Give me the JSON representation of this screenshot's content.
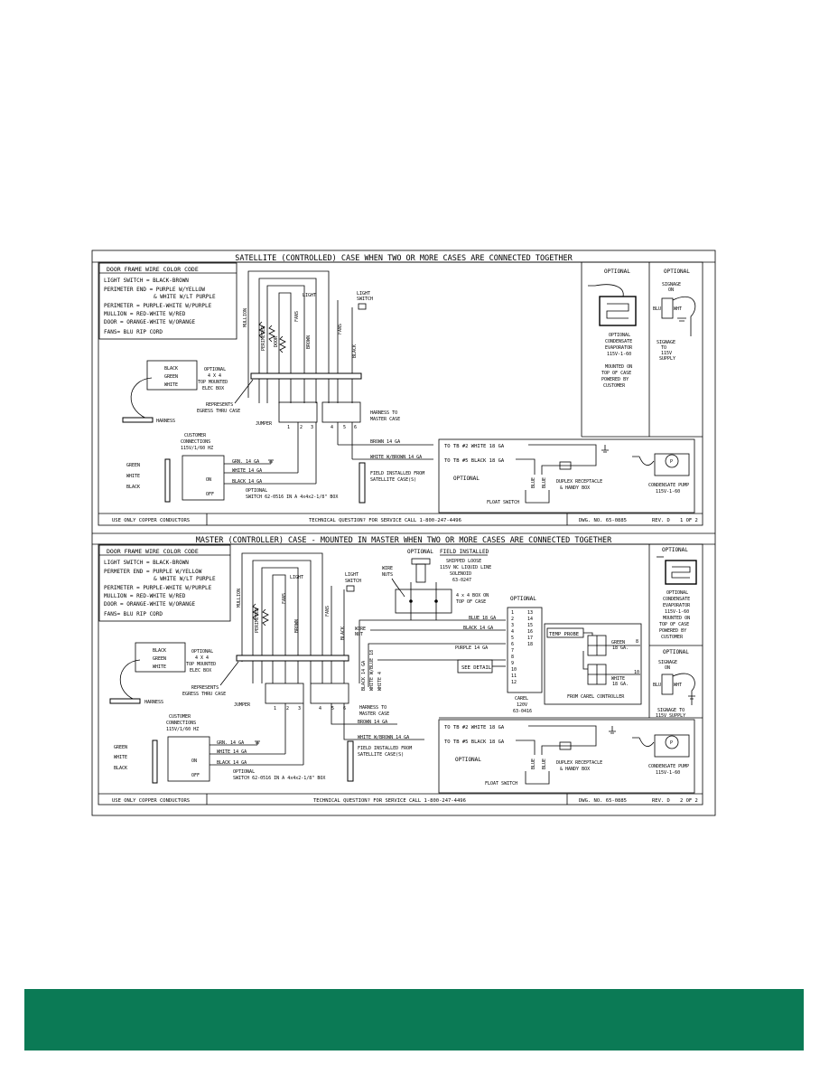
{
  "colors": {
    "footer_bar": "#0b7a55",
    "ink": "#000000",
    "paper": "#ffffff"
  },
  "sheet1": {
    "title": "SATELLITE (CONTROLLED) CASE WHEN TWO OR MORE CASES ARE CONNECTED TOGETHER",
    "color_code": {
      "heading": "DOOR FRAME WIRE COLOR CODE",
      "lines": [
        "LIGHT SWITCH = BLACK-BROWN",
        "PERIMETER  END = PURPLE W/YELLOW",
        "& WHITE W/LT PURPLE",
        "PERIMETER = PURPLE-WHITE W/PURPLE",
        "MULLION = RED-WHITE W/RED",
        "DOOR = ORANGE-WHITE W/ORANGE",
        "FANS= BLU RIP CORD"
      ]
    },
    "wire_labels": [
      "MULLION",
      "PERIMETER",
      "DOOR",
      "FANS",
      "LIGHT",
      "BROWN",
      "FANS",
      "BLACK"
    ],
    "light_switch": [
      "LIGHT",
      "SWITCH"
    ],
    "elec_box": {
      "wires": [
        "BLACK",
        "GREEN",
        "WHITE"
      ],
      "note": [
        "OPTIONAL",
        "4 X 4",
        "TOP MOUNTED",
        "ELEC BOX"
      ]
    },
    "represents": [
      "REPRESENTS",
      "EGRESS THRU CASE"
    ],
    "harness": "HARNESS",
    "jumper": "JUMPER",
    "terminals": [
      "1",
      "2",
      "3",
      "4",
      "5",
      "6"
    ],
    "harness_to": [
      "HARNESS TO",
      "MASTER CASE"
    ],
    "customer_connections": [
      "CUSTOMER",
      "CONNECTIONS",
      "115V/1/60 HZ"
    ],
    "side_labels": [
      "GREEN",
      "WHITE",
      "BLACK"
    ],
    "switch": {
      "on": "ON",
      "off": "OFF"
    },
    "supply_wires": [
      "GRN. 14 GA",
      "WHITE 14 GA",
      "BLACK 14 GA"
    ],
    "optional_switch": [
      "OPTIONAL",
      "SWITCH 62-0516 IN A 4x4x2-1/8\" BOX"
    ],
    "outgoing": [
      "BROWN 14 GA",
      "WHITE W/BROWN 14 GA"
    ],
    "field_installed": [
      "FIELD INSTALLED FROM",
      "SATELLITE CASE(S)"
    ],
    "evaporator": {
      "heading": "OPTIONAL",
      "text": [
        "OPTIONAL",
        "CONDENSATE",
        "EVAPORATOR",
        "115V-1-60",
        "MOUNTED ON",
        "TOP OF CASE",
        "POWERED BY",
        "CUSTOMER"
      ]
    },
    "signage": {
      "heading": "OPTIONAL",
      "top": [
        "SIGNAGE",
        "ON"
      ],
      "blu": "BLU",
      "wht": "WHT",
      "bottom": [
        "SIGNAGE",
        "TO",
        "115V",
        "SUPPLY"
      ]
    },
    "pump_box": {
      "tb2": "TO TB #2 WHITE 18 GA",
      "tb5": "TO TB #5 BLACK 18 GA",
      "optional": "OPTIONAL",
      "blue": "BLUE",
      "duplex": [
        "DUPLEX RECEPTACLE",
        "& HANDY BOX"
      ],
      "float": "FLOAT SWITCH",
      "pump": [
        "CONDENSATE PUMP",
        "115V-1-60"
      ],
      "p": "P"
    },
    "bottom_bar": {
      "left": "USE ONLY COPPER CONDUCTORS",
      "mid": "TECHNICAL QUESTION?  FOR SERVICE CALL 1-800-247-4496",
      "dwg": "DWG. NO. 65-0885",
      "rev": "REV.  D",
      "page": "1 OF 2"
    }
  },
  "sheet2": {
    "title": "MASTER (CONTROLLER) CASE  -  MOUNTED IN MASTER WHEN TWO OR MORE CASES ARE CONNECTED TOGETHER",
    "color_code": {
      "heading": "DOOR FRAME WIRE COLOR CODE",
      "lines": [
        "LIGHT SWITCH = BLACK-BROWN",
        "PERMETER  END = PURPLE W/YELLOW",
        "& WHITE W/LT PURPLE",
        "PERIMETER = PURPLE-WHITE W/PURPLE",
        "MULLION = RED-WHITE W/RED",
        "DOOR = ORANGE-WHITE W/ORANGE",
        "FANS= BLU RIP CORD"
      ]
    },
    "wire_labels": [
      "MULLION",
      "PERIMETER",
      "FANS",
      "LIGHT",
      "BROWN",
      "FANS",
      "BLACK"
    ],
    "light_switch": [
      "LIGHT",
      "SWITCH"
    ],
    "elec_box": {
      "wires": [
        "BLACK",
        "GREEN",
        "WHITE"
      ],
      "note": [
        "OPTIONAL",
        "4 X 4",
        "TOP MOUNTED",
        "ELEC BOX"
      ]
    },
    "represents": [
      "REPRESENTS",
      "EGRESS THRU CASE"
    ],
    "harness": "HARNESS",
    "jumper": "JUMPER",
    "terminals": [
      "1",
      "2",
      "3",
      "4",
      "5",
      "6"
    ],
    "vertical_wires": [
      "BLACK 14 GA",
      "WHITE W/BLUE 18",
      "WHITE 4"
    ],
    "wire_nuts": [
      "WIRE",
      "NUTS"
    ],
    "wire_nut": [
      "WIRE",
      "NUT"
    ],
    "solenoid": {
      "optional": "OPTIONAL",
      "field": "FIELD INSTALLED",
      "text": [
        "SHIPPED LOOSE",
        "115V NC LIQUID LINE",
        "SOLENOID",
        "63-0247"
      ]
    },
    "box_4x4": [
      "4 x 4 BOX ON",
      "TOP OF CASE"
    ],
    "optional_right": "OPTIONAL",
    "incoming": [
      "BLUE 18 GA",
      "BLACK 14 GA",
      "PURPLE 14 GA"
    ],
    "see_detail": "SEE DETAIL",
    "carel_left": [
      "1",
      "2",
      "3",
      "4",
      "5",
      "6",
      "7",
      "8",
      "9",
      "10",
      "11",
      "12"
    ],
    "carel_right": [
      "13",
      "14",
      "15",
      "16",
      "17",
      "18"
    ],
    "carel": [
      "CAREL",
      "120V",
      "63-0416"
    ],
    "detail": {
      "temp_probe": "TEMP PROBE",
      "green": "GREEN",
      "green_ga": "18 GA.",
      "green_num": "8",
      "white": "WHITE",
      "white_ga": "18 GA.",
      "white_num": "10",
      "caption": "FROM CAREL CONTROLLER"
    },
    "harness_to": [
      "HARNESS TO",
      "MASTER CASE"
    ],
    "customer_connections": [
      "CUSTOMER",
      "CONNECTIONS",
      "115V/1/60 HZ"
    ],
    "side_labels": [
      "GREEN",
      "WHITE",
      "BLACK"
    ],
    "switch": {
      "on": "ON",
      "off": "OFF"
    },
    "supply_wires": [
      "GRN. 14 GA",
      "WHITE 14 GA",
      "BLACK 14 GA"
    ],
    "optional_switch": [
      "OPTIONAL",
      "SWITCH 62-0516 IN A 4x4x2-1/8\" BOX"
    ],
    "outgoing": [
      "BROWN 14 GA",
      "WHITE W/BROWN 14 GA"
    ],
    "field_installed": [
      "FIELD INSTALLED FROM",
      "SATELLITE CASE(S)"
    ],
    "evaporator": {
      "heading": "OPTIONAL",
      "text": [
        "OPTIONAL",
        "CONDENSATE",
        "EVAPORATOR",
        "115V-1-60",
        "MOUNTED ON",
        "TOP OF CASE",
        "POWERED BY",
        "CUSTOMER"
      ]
    },
    "signage": {
      "heading": "OPTIONAL",
      "top": [
        "SIGNAGE",
        "ON"
      ],
      "blu": "BLU",
      "wht": "WHT",
      "bottom": [
        "SIGNAGE TO",
        "115V SUPPLY"
      ]
    },
    "pump_box": {
      "tb2": "TO TB #2 WHITE 18 GA",
      "tb5": "TO TB #5 BLACK 18 GA",
      "optional": "OPTIONAL",
      "blue": "BLUE",
      "duplex": [
        "DUPLEX RECEPTACLE",
        "& HANDY BOX"
      ],
      "float": "FLOAT SWITCH",
      "pump": [
        "CONDENSATE PUMP",
        "115V-1-60"
      ],
      "p": "P"
    },
    "bottom_bar": {
      "left": "USE ONLY COPPER CONDUCTORS",
      "mid": "TECHNICAL QUESTION?  FOR SERVICE CALL 1-800-247-4496",
      "dwg": "DWG. NO. 65-0885",
      "rev": "REV.  D",
      "page": "2 OF 2"
    }
  }
}
